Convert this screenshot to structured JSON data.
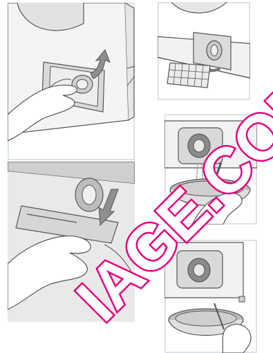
{
  "watermark": {
    "text": "IAGE.COM",
    "color": "#e6007e"
  },
  "colors": {
    "line": "#555555",
    "fill_light": "#efefef",
    "fill_mid": "#d2d2d2",
    "fill_dark": "#a7a7a7",
    "frame": "#b9c7d4"
  },
  "panels": [
    {
      "name": "step-open-filter-cover"
    },
    {
      "name": "step-pull-filter-down"
    },
    {
      "name": "step-detach-filter-cover"
    },
    {
      "name": "step-drain-into-bowl"
    },
    {
      "name": "step-clean-bowl"
    }
  ]
}
